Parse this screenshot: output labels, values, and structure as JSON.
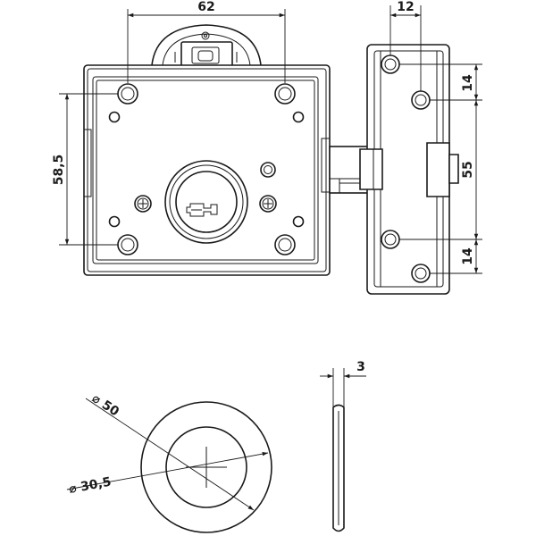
{
  "dimensions": {
    "lock_width": "62",
    "lock_height": "58,5",
    "strike_width": "12",
    "strike_top_offset": "14",
    "strike_height": "55",
    "strike_bottom_offset": "14",
    "rosette_outer_diameter": "50",
    "rosette_inner_diameter": "30,5",
    "rosette_thickness": "3"
  },
  "symbols": {
    "diameter_sign": "⌀"
  },
  "colors": {
    "line": "#1a1a1a",
    "background": "#ffffff"
  }
}
